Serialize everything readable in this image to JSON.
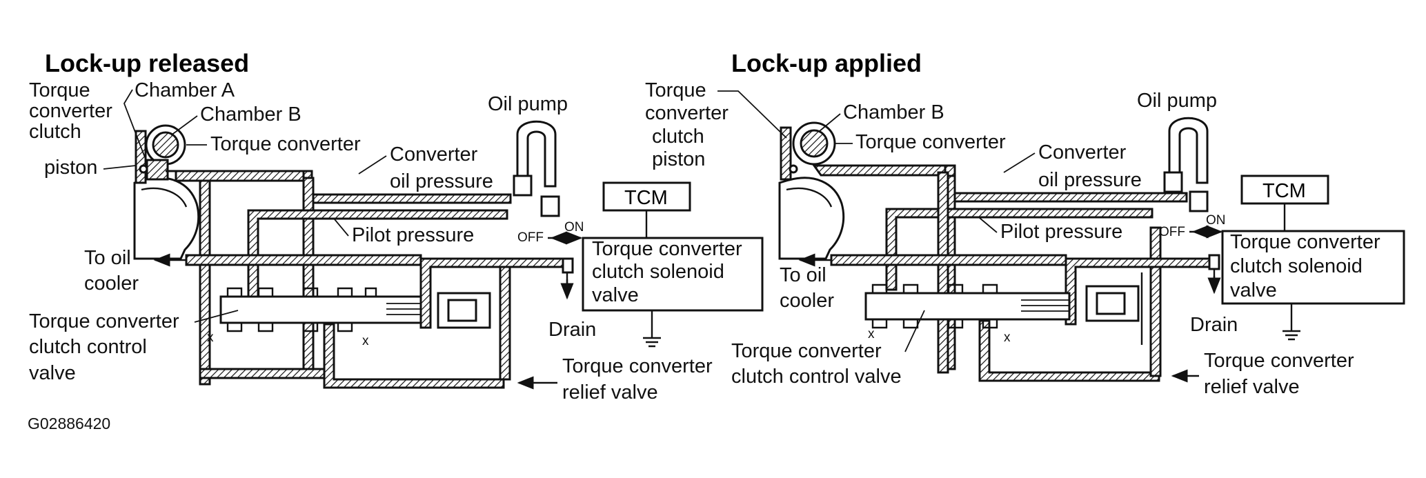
{
  "figure_code": "G02886420",
  "left_panel": {
    "title": "Lock-up released",
    "labels": {
      "tcc_piston_1": "Torque",
      "tcc_piston_2": "converter",
      "tcc_piston_3": "clutch",
      "tcc_piston_4": "piston",
      "chamber_a": "Chamber A",
      "chamber_b": "Chamber B",
      "torque_converter": "Torque converter",
      "oil_pump": "Oil pump",
      "converter_oil_1": "Converter",
      "converter_oil_2": "oil pressure",
      "pilot_pressure": "Pilot pressure",
      "oil_cooler_1": "To oil",
      "oil_cooler_2": "cooler",
      "tcm": "TCM",
      "off": "OFF",
      "on": "ON",
      "solenoid_1": "Torque converter",
      "solenoid_2": "clutch solenoid",
      "solenoid_3": "valve",
      "drain": "Drain",
      "control_valve_1": "Torque converter",
      "control_valve_2": "clutch control",
      "control_valve_3": "valve",
      "relief_1": "Torque converter",
      "relief_2": "relief valve",
      "x1": "x",
      "x2": "x"
    }
  },
  "right_panel": {
    "title": "Lock-up applied",
    "labels": {
      "tcc_piston_1": "Torque",
      "tcc_piston_2": "converter",
      "tcc_piston_3": "clutch",
      "tcc_piston_4": "piston",
      "chamber_b": "Chamber B",
      "torque_converter": "Torque converter",
      "oil_pump": "Oil pump",
      "converter_oil_1": "Converter",
      "converter_oil_2": "oil pressure",
      "pilot_pressure": "Pilot pressure",
      "oil_cooler_1": "To oil",
      "oil_cooler_2": "cooler",
      "tcm": "TCM",
      "off": "OFF",
      "on": "ON",
      "solenoid_1": "Torque converter",
      "solenoid_2": "clutch solenoid",
      "solenoid_3": "valve",
      "drain": "Drain",
      "control_valve_1": "Torque converter",
      "control_valve_2": "clutch control valve",
      "relief_1": "Torque converter",
      "relief_2": "relief valve",
      "x1": "x",
      "x2": "x"
    }
  }
}
